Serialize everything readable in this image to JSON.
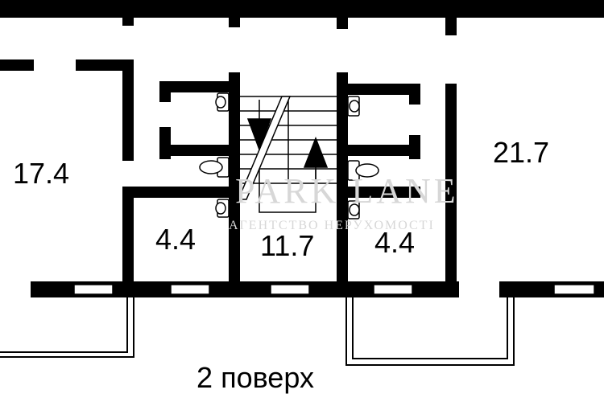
{
  "plan": {
    "rooms": [
      {
        "id": "room-left",
        "area": "17.4"
      },
      {
        "id": "wc-left",
        "area": "4.4"
      },
      {
        "id": "stair-hall",
        "area": "11.7"
      },
      {
        "id": "wc-right",
        "area": "4.4"
      },
      {
        "id": "room-right",
        "area": "21.7"
      }
    ],
    "floor_caption": "2 поверх"
  },
  "watermark": {
    "brand": "PARK LANE",
    "tagline": "АГЕНТСТВО НЕРУХОМОСТІ"
  },
  "colors": {
    "wall": "#000000",
    "background": "#ffffff",
    "watermark": "#d7d7d7"
  }
}
